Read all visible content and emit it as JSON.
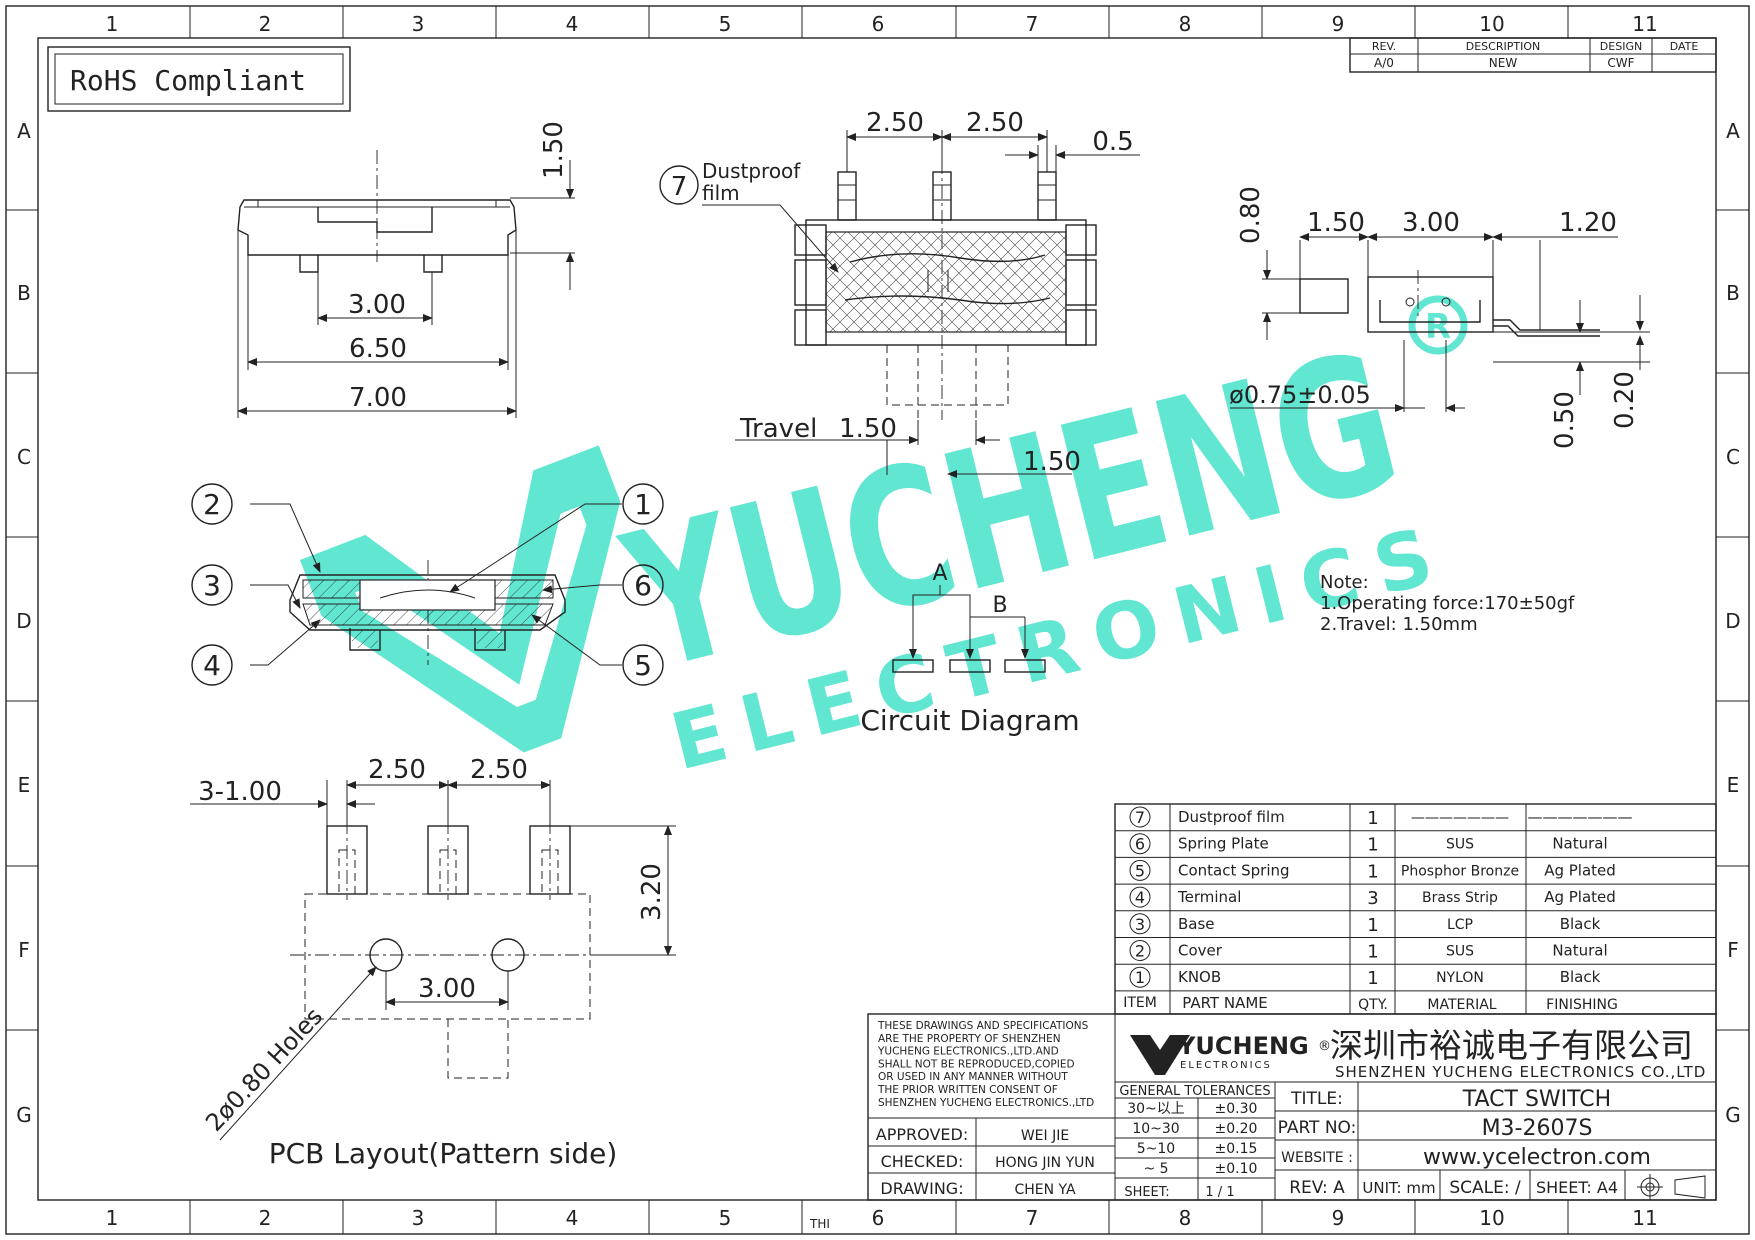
{
  "border": {
    "columns": [
      "1",
      "2",
      "3",
      "4",
      "5",
      "6",
      "7",
      "8",
      "9",
      "10",
      "11"
    ],
    "rows": [
      "A",
      "B",
      "C",
      "D",
      "E",
      "F",
      "G"
    ]
  },
  "badge": "RoHS Compliant",
  "revision": {
    "headers": [
      "REV.",
      "DESCRIPTION",
      "DESIGN",
      "DATE"
    ],
    "row": [
      "A/0",
      "NEW",
      "CWF",
      ""
    ]
  },
  "top_view": {
    "dims": [
      "1.50",
      "3.00",
      "6.50",
      "7.00"
    ]
  },
  "side_view": {
    "dims": [
      "2.50",
      "2.50",
      "0.5",
      "1.50",
      "1.50"
    ],
    "dustproof_label": [
      "Dustproof",
      "film"
    ],
    "dustproof_num": "7",
    "travel_label": "Travel"
  },
  "right_view": {
    "dims": [
      "0.80",
      "1.50",
      "3.00",
      "1.20",
      "ø0.75±0.05",
      "0.50",
      "0.20"
    ]
  },
  "section_view": {
    "callouts": [
      "1",
      "2",
      "3",
      "4",
      "5",
      "6"
    ]
  },
  "circuit": {
    "labels": [
      "A",
      "B"
    ],
    "title": "Circuit Diagram"
  },
  "notes": {
    "lines": [
      "Note:",
      "1.Operating  force:170±50gf",
      "2.Travel:  1.50mm"
    ]
  },
  "pcb": {
    "dims": [
      "3-1.00",
      "2.50",
      "2.50",
      "3.20",
      "3.00"
    ],
    "holes": "2ø0.80 Holes",
    "title": "PCB  Layout(Pattern  side)"
  },
  "bom": {
    "rows": [
      {
        "num": "7",
        "name": "Dustproof  film",
        "qty": "1",
        "material": "———————",
        "finishing": "———————"
      },
      {
        "num": "6",
        "name": "Spring  Plate",
        "qty": "1",
        "material": "SUS",
        "finishing": "Natural"
      },
      {
        "num": "5",
        "name": "Contact  Spring",
        "qty": "1",
        "material": "Phosphor  Bronze",
        "finishing": "Ag  Plated"
      },
      {
        "num": "4",
        "name": "Terminal",
        "qty": "3",
        "material": "Brass  Strip",
        "finishing": "Ag  Plated"
      },
      {
        "num": "3",
        "name": "Base",
        "qty": "1",
        "material": "LCP",
        "finishing": "Black"
      },
      {
        "num": "2",
        "name": "Cover",
        "qty": "1",
        "material": "SUS",
        "finishing": "Natural"
      },
      {
        "num": "1",
        "name": "KNOB",
        "qty": "1",
        "material": "NYLON",
        "finishing": "Black"
      }
    ],
    "header": {
      "item": "ITEM",
      "name": "PART  NAME",
      "qty": "QTY.",
      "material": "MATERIAL",
      "finishing": "FINISHING"
    }
  },
  "title_block": {
    "disclaimer": [
      "THESE DRAWINGS AND SPECIFICATIONS",
      "ARE THE PROPERTY OF SHENZHEN",
      "YUCHENG ELECTRONICS.,LTD.AND",
      "SHALL NOT BE REPRODUCED,COPIED",
      "OR USED IN ANY MANNER WITHOUT",
      "THE PRIOR WRITTEN CONSENT OF",
      "SHENZHEN YUCHENG ELECTRONICS.,LTD"
    ],
    "logo_main": "YUCHENG",
    "logo_sub": "ELECTRONICS",
    "company_cn": "深圳市裕诚电子有限公司",
    "company_en": "SHENZHEN YUCHENG ELECTRONICS CO.,LTD",
    "tolerances_title": "GENERAL TOLERANCES",
    "tolerances": [
      [
        "30~以上",
        "±0.30"
      ],
      [
        "10~30",
        "±0.20"
      ],
      [
        "5~10",
        "±0.15"
      ],
      [
        "~ 5",
        "±0.10"
      ]
    ],
    "approved_label": "APPROVED:",
    "approved": "WEI JIE",
    "checked_label": "CHECKED:",
    "checked": "HONG JIN YUN",
    "drawing_label": "DRAWING:",
    "drawing": "CHEN YA",
    "sheet_label": "SHEET:",
    "sheet": "1 / 1",
    "title_label": "TITLE:",
    "title": "TACT SWITCH",
    "partno_label": "PART NO:",
    "partno": "M3-2607S",
    "website_label": "WEBSITE :",
    "website": "www.ycelectron.com",
    "rev": "REV: A",
    "unit": "UNIT: mm",
    "scale": "SCALE: /",
    "sheet_size": "SHEET: A4"
  },
  "watermark": {
    "main": "YUCHENG",
    "sub": "ELECTRONICS"
  },
  "stray": "THI",
  "colors": {
    "watermark": "#3ee0c8",
    "line": "#222222"
  }
}
